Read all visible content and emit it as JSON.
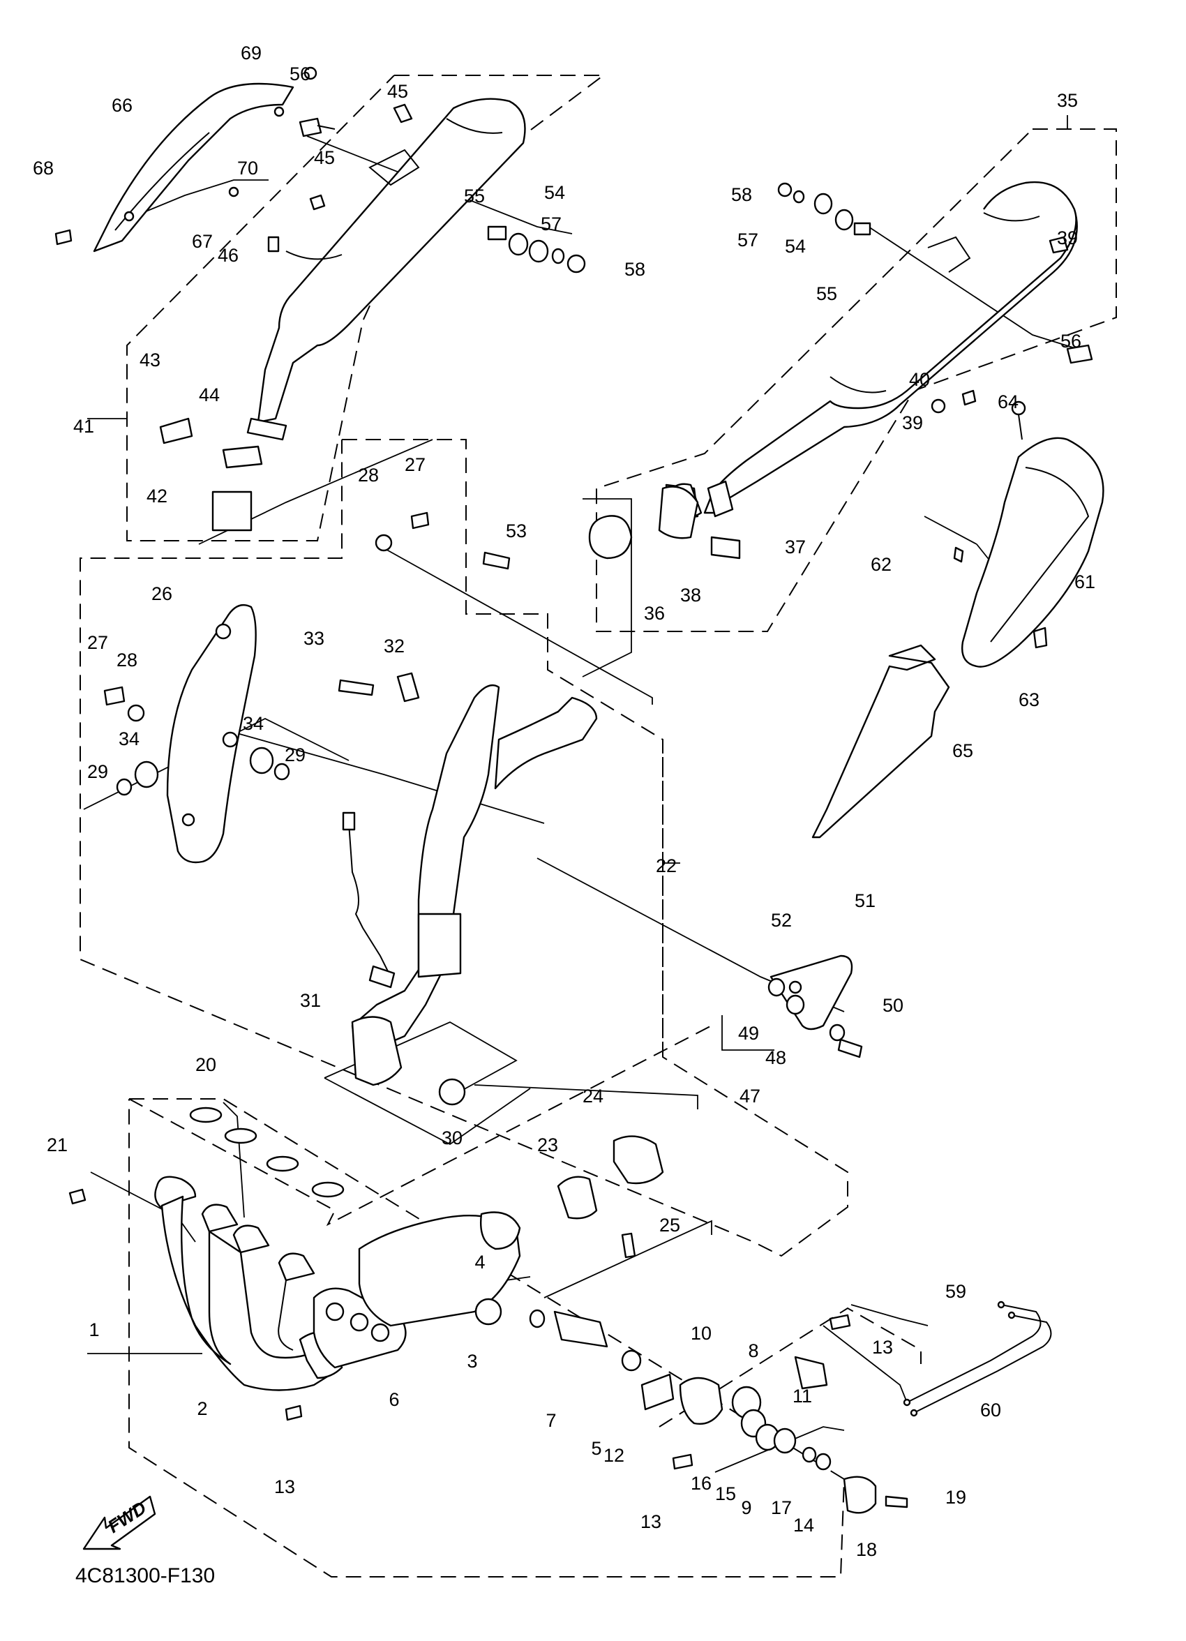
{
  "diagram": {
    "code": "4C81300-F130",
    "fwd_label": "FWD",
    "callouts": [
      "69",
      "56",
      "66",
      "45",
      "45",
      "70",
      "68",
      "67",
      "46",
      "55",
      "54",
      "57",
      "58",
      "43",
      "44",
      "41",
      "42",
      "28",
      "27",
      "53",
      "35",
      "58",
      "57",
      "54",
      "55",
      "39",
      "56",
      "40",
      "39",
      "64",
      "62",
      "61",
      "37",
      "36",
      "38",
      "63",
      "65",
      "26",
      "27",
      "28",
      "34",
      "29",
      "34",
      "29",
      "33",
      "32",
      "22",
      "31",
      "52",
      "51",
      "49",
      "50",
      "48",
      "47",
      "30",
      "20",
      "24",
      "23",
      "21",
      "25",
      "4",
      "1",
      "3",
      "7",
      "5",
      "10",
      "8",
      "12",
      "16",
      "15",
      "9",
      "17",
      "14",
      "11",
      "13",
      "59",
      "60",
      "6",
      "2",
      "13",
      "13",
      "19",
      "18"
    ]
  }
}
